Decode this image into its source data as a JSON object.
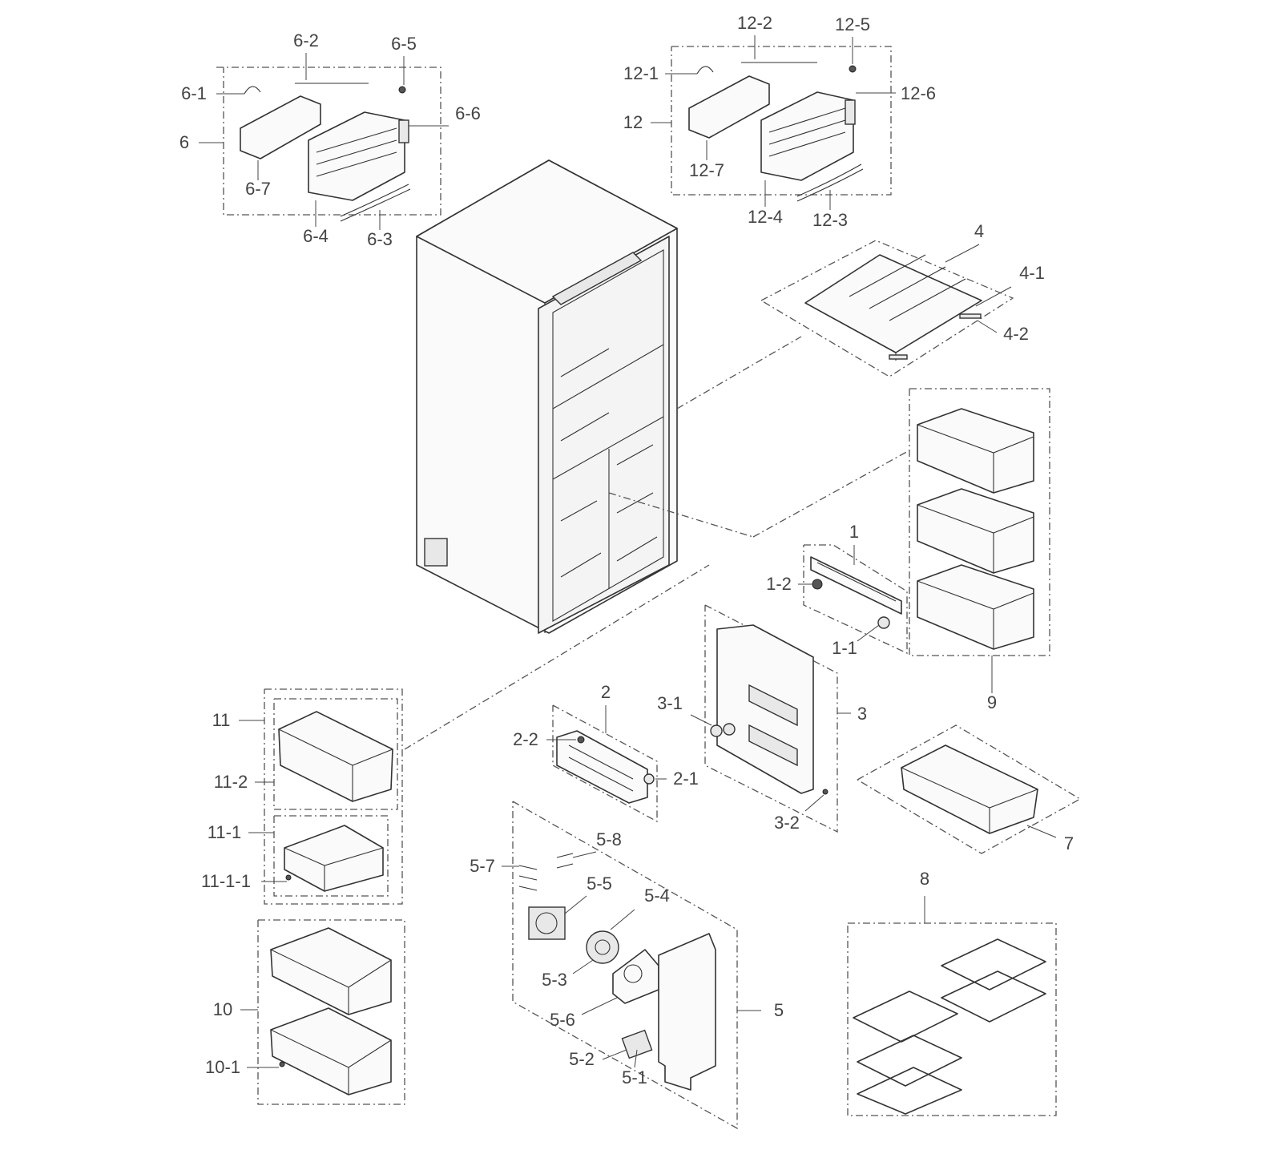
{
  "labels": {
    "l6_2": "6-2",
    "l6_5": "6-5",
    "l6_1": "6-1",
    "l6_6": "6-6",
    "l6": "6",
    "l6_7": "6-7",
    "l6_4": "6-4",
    "l6_3": "6-3",
    "l12_2": "12-2",
    "l12_5": "12-5",
    "l12_1": "12-1",
    "l12_6": "12-6",
    "l12": "12",
    "l12_7": "12-7",
    "l12_4": "12-4",
    "l12_3": "12-3",
    "l4": "4",
    "l4_1": "4-1",
    "l4_2": "4-2",
    "l1": "1",
    "l1_2": "1-2",
    "l1_1": "1-1",
    "l9": "9",
    "l2": "2",
    "l2_2": "2-2",
    "l2_1": "2-1",
    "l3_1": "3-1",
    "l3": "3",
    "l3_2": "3-2",
    "l11": "11",
    "l11_2": "11-2",
    "l11_1": "11-1",
    "l11_1_1": "11-1-1",
    "l10": "10",
    "l10_1": "10-1",
    "l7": "7",
    "l8": "8",
    "l5_8": "5-8",
    "l5_7": "5-7",
    "l5_5": "5-5",
    "l5_4": "5-4",
    "l5_3": "5-3",
    "l5_6": "5-6",
    "l5": "5",
    "l5_2": "5-2",
    "l5_1": "5-1"
  }
}
